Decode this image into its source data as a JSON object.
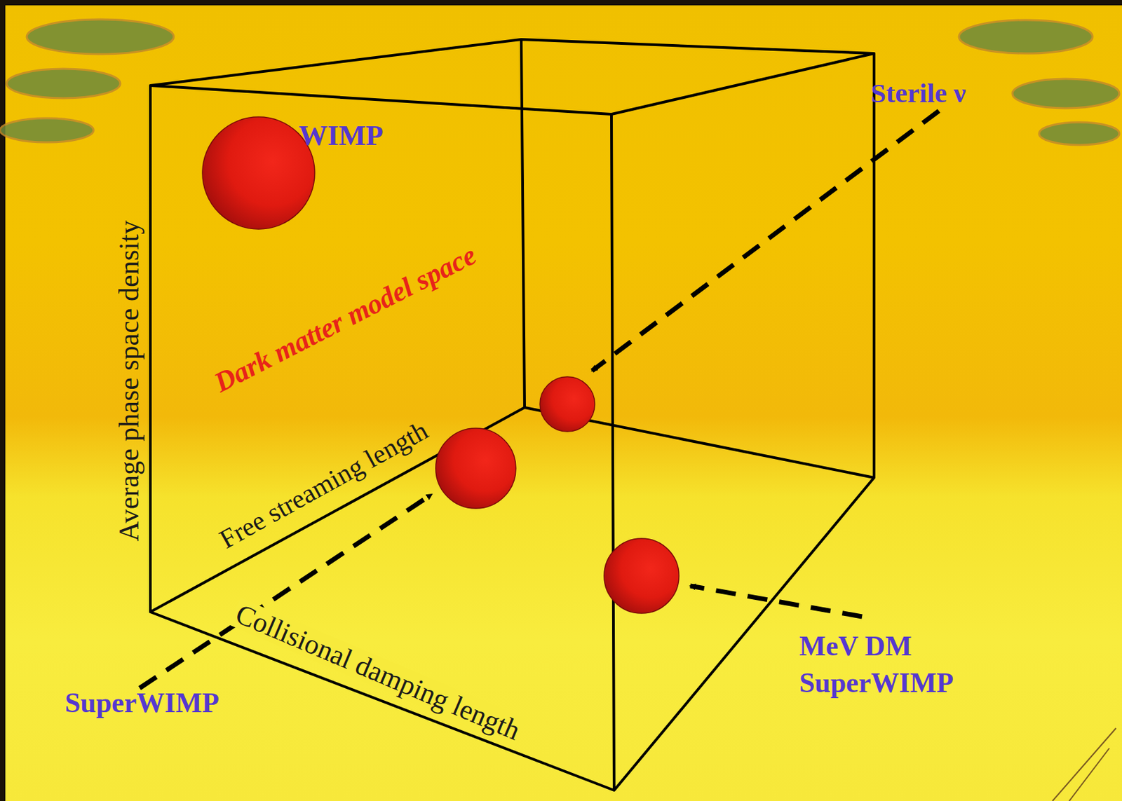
{
  "diagram": {
    "labels": [
      "WIMP",
      "Sterile ν",
      "Dark matter model space",
      "Average phase space density",
      "Free streaming length",
      "Collisional damping length",
      "MeV DM SuperWIMP",
      "SuperWIMP"
    ]
  }
}
